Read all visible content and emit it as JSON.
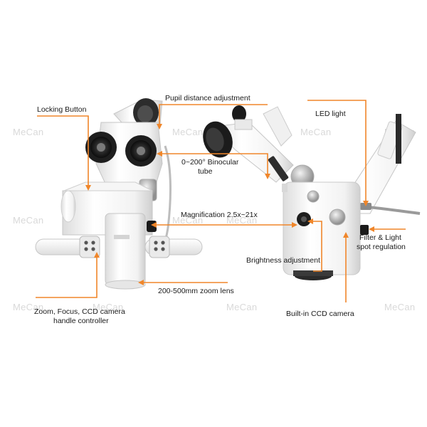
{
  "colors": {
    "leader_line": "#f0862a",
    "watermark": "#d6d6d6",
    "body_white": "#f5f5f5",
    "outline": "#c9c9c9",
    "dark": "#2b2b2b"
  },
  "watermark_text": "MeCan",
  "labels": {
    "locking_button": "Locking Button",
    "pupil_distance": "Pupil distance adjustment",
    "led_light": "LED light",
    "binocular_tube_line1": "0~200°  Binocular",
    "binocular_tube_line2": "tube",
    "magnification": "Magnification 2.5x~21x",
    "filter_light_line1": "Filter & Light",
    "filter_light_line2": "spot regulation",
    "brightness": "Brightness adjustment",
    "zoom_lens": "200-500mm zoom lens",
    "handle_line1": "Zoom, Focus, CCD camera",
    "handle_line2": "handle controller",
    "ccd_camera": "Built-in CCD camera"
  }
}
